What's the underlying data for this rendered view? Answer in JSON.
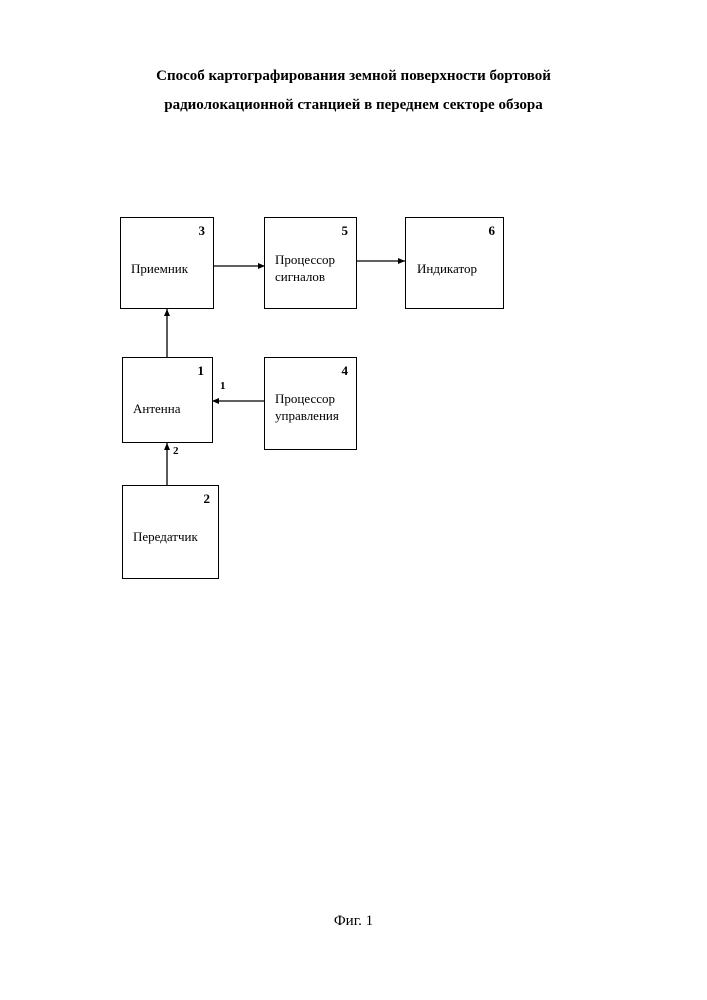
{
  "title": {
    "line1": "Способ картографирования земной поверхности бортовой",
    "line2": "радиолокационной станцией в переднем секторе обзора"
  },
  "blocks": {
    "receiver": {
      "number": "3",
      "label": "Приемник"
    },
    "signal_processor": {
      "number": "5",
      "label": "Процессор\nсигналов"
    },
    "indicator": {
      "number": "6",
      "label": "Индикатор"
    },
    "antenna": {
      "number": "1",
      "label": "Антенна"
    },
    "control_processor": {
      "number": "4",
      "label": "Процессор\nуправления"
    },
    "transmitter": {
      "number": "2",
      "label": "Передатчик"
    }
  },
  "ports": {
    "antenna_input_1": "1",
    "antenna_input_2": "2"
  },
  "connections": [
    {
      "from": "receiver",
      "to": "signal_processor"
    },
    {
      "from": "signal_processor",
      "to": "indicator"
    },
    {
      "from": "antenna",
      "to": "receiver"
    },
    {
      "from": "control_processor",
      "to": "antenna",
      "port": "1"
    },
    {
      "from": "transmitter",
      "to": "antenna",
      "port": "2"
    }
  ],
  "caption": "Фиг. 1"
}
